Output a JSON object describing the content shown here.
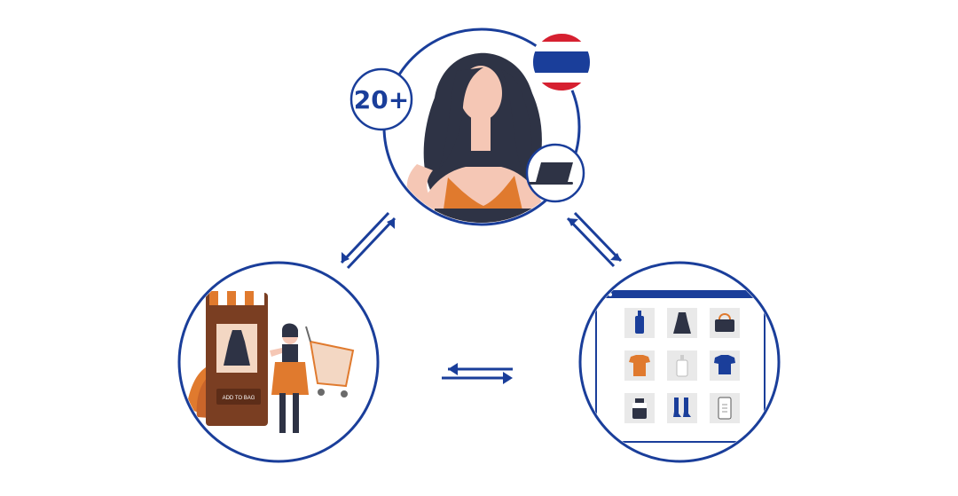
{
  "diagram": {
    "nodes": [
      {
        "id": "consumer",
        "role": "thai-online-shopper"
      },
      {
        "id": "offline-store",
        "role": "physical-store-shopping"
      },
      {
        "id": "online-store",
        "role": "e-commerce-website"
      }
    ],
    "edges": [
      {
        "from": "consumer",
        "to": "offline-store",
        "direction": "bidirectional"
      },
      {
        "from": "consumer",
        "to": "online-store",
        "direction": "bidirectional"
      },
      {
        "from": "offline-store",
        "to": "online-store",
        "direction": "bidirectional"
      }
    ]
  },
  "consumer": {
    "age_badge": "20+",
    "flag": "thailand-flag",
    "device_icon": "laptop-icon"
  },
  "offline_store": {
    "sign_text": "ADD TO BAG"
  },
  "online_store": {
    "products": [
      "bottle",
      "dress",
      "handbag",
      "tshirt",
      "lotion-bottle",
      "shirt",
      "jar",
      "socks",
      "phone"
    ]
  },
  "colors": {
    "primary": "#1a3e9a",
    "accent": "#e07a2e",
    "hair": "#2e3345",
    "skin": "#f5c7b5",
    "product_bg": "#e9e9e9",
    "flag_red": "#d62030",
    "flag_blue": "#1a3e9a"
  }
}
